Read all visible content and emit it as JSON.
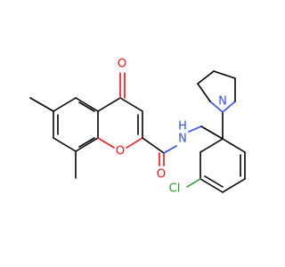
{
  "molecule": {
    "atom_labels": {
      "carbonyl_oxygen": "O",
      "ring_oxygen": "O",
      "amide_oxygen": "O",
      "amide_nitrogen": "N",
      "amide_hydrogen": "H",
      "pyrrolidine_nitrogen": "N",
      "chlorine": "Cl"
    },
    "colors": {
      "carbon_bond": "#000000",
      "oxygen": "#ff0d0d",
      "nitrogen": "#3050f8",
      "chlorine": "#1fa01f"
    }
  }
}
